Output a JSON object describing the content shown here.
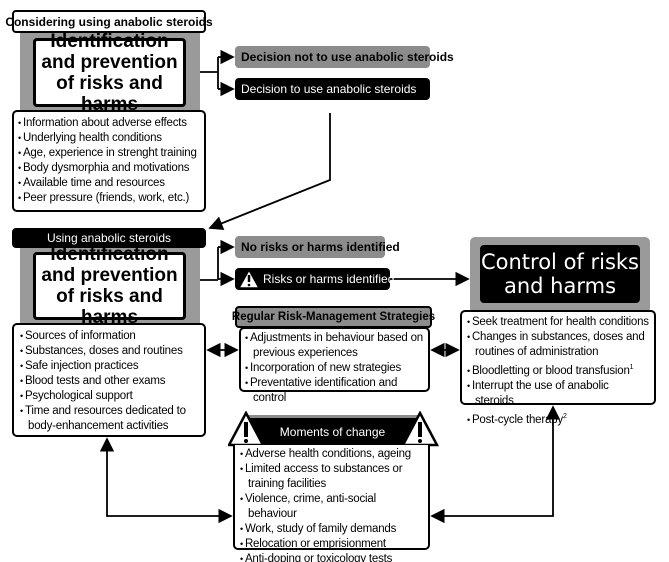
{
  "stage1": {
    "header": "Considering using anabolic steroids",
    "title": "Identification and prevention of risks and harms",
    "items": [
      "Information about adverse effects",
      "Underlying health conditions",
      "Age, experience in strenght training",
      "Body dysmorphia and motivations",
      "Available time and resources",
      "Peer pressure (friends, work, etc.)"
    ]
  },
  "decisions": {
    "not_use": "Decision not to use anabolic steroids",
    "use": "Decision to use anabolic steroids"
  },
  "stage2": {
    "header": "Using anabolic steroids",
    "title": "Identification and prevention of risks and harms",
    "items": [
      "Sources of information",
      "Substances, doses and routines",
      "Safe injection practices",
      "Blood tests and other exams",
      "Psychological support",
      "Time and resources dedicated to body-enhancement activities"
    ]
  },
  "outcomes": {
    "no_risks": "No risks or harms identified",
    "risks": "Risks or harms identified"
  },
  "strategies": {
    "header": "Regular Risk-Management Strategies",
    "items": [
      "Adjustments in behaviour based on previous experiences",
      "Incorporation of new strategies",
      "Preventative identification and control"
    ]
  },
  "control": {
    "title": "Control of risks and harms",
    "items": [
      "Seek treatment for health conditions",
      "Changes in substances, doses and routines of administration",
      "Bloodletting or blood transfusion",
      "Interrupt the use of anabolic steroids",
      "Post-cycle therapy"
    ],
    "footnotes": [
      "1",
      "2"
    ]
  },
  "moments": {
    "header": "Moments of change",
    "items": [
      "Adverse health conditions, ageing",
      "Limited access to substances or training facilities",
      "Violence, crime, anti-social behaviour",
      "Work, study of family demands",
      "Relocation or emprisionment",
      "Anti-doping or toxicology tests"
    ]
  }
}
